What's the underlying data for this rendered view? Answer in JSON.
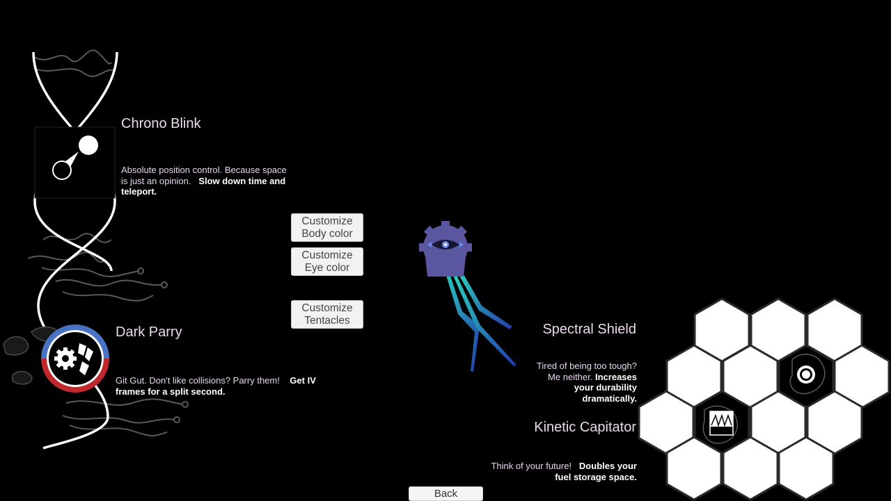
{
  "abilities": {
    "chrono_blink": {
      "title": "Chrono Blink",
      "desc_normal": "Absolute position control. Because space is just an opinion.",
      "desc_bold": "Slow down time and teleport."
    },
    "dark_parry": {
      "title": "Dark Parry",
      "desc_normal": "Git Gut. Don't like collisions? Parry them!",
      "desc_bold": "Get IV frames for a split second."
    },
    "spectral_shield": {
      "title": "Spectral Shield",
      "desc_normal": "Tired of being too tough? Me neither.",
      "desc_bold": "Increases your durability dramatically."
    },
    "kinetic_capitator": {
      "title": "Kinetic Capitator",
      "desc_normal": "Think of your future!",
      "desc_bold": "Doubles your fuel storage space."
    }
  },
  "customize": {
    "body": {
      "line1": "Customize",
      "line2": "Body color"
    },
    "eye": {
      "line1": "Customize",
      "line2": "Eye color"
    },
    "tentacles": {
      "line1": "Customize",
      "line2": "Tentacles"
    }
  },
  "back_label": "Back",
  "colors": {
    "background": "#000000",
    "title_text": "#eed8f0",
    "creature_body": "#5a56a0",
    "tentacle": "#28c8b4",
    "parry_blue": "#4a72c4",
    "parry_red": "#c0282c"
  }
}
